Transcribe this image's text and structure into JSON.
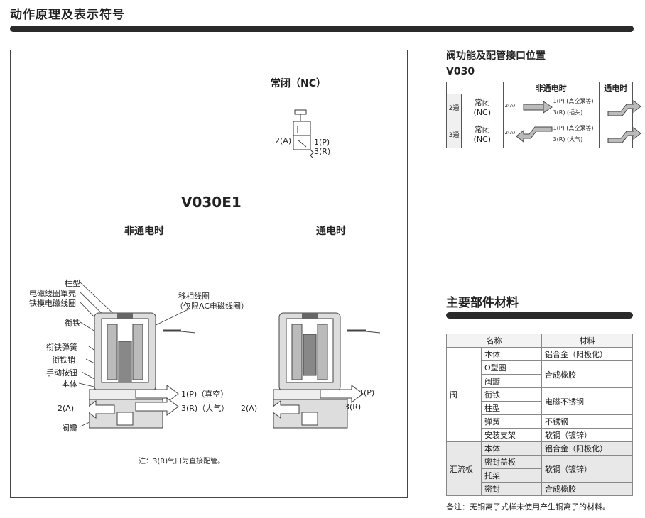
{
  "section_title": "动作原理及表示符号",
  "panel": {
    "nc_title": "常闭（NC）",
    "symbol_ports": {
      "a": "2(A)",
      "p": "1(P)",
      "r": "3(R)"
    },
    "model": "V030E1",
    "state_off": "非通电时",
    "state_on": "通电时",
    "labels": {
      "plunger": "柱型",
      "coil_cover": "电磁线圈罩壳",
      "core_coil": "铁模电磁线圈",
      "armature": "衔铁",
      "armature_spring": "衔铁弹簧",
      "armature_pin": "衔铁销",
      "manual": "手动按钮",
      "body": "本体",
      "valve": "阀瓣",
      "shading_coil": "移相线圈",
      "shading_note": "（仅限AC电磁线圈）"
    },
    "ports_off": {
      "p": "1(P)（真空）",
      "r": "3(R)（大气）",
      "a": "2(A)"
    },
    "ports_on": {
      "p": "1(P)",
      "r": "3(R)",
      "a": "2(A)"
    },
    "note": "注：3(R)气口为直接配管。"
  },
  "function": {
    "title": "阀功能及配管接口位置",
    "model": "V030",
    "header_off": "非通电时",
    "header_on": "通电时",
    "rows": [
      {
        "way": "2通",
        "type": "常闭",
        "nc": "(NC)",
        "port_a": "2(A)",
        "port1": "1(P) (真空泵等)",
        "port3": "3(R) (插头)"
      },
      {
        "way": "3通",
        "type": "常闭",
        "nc": "(NC)",
        "port_a": "2(A)",
        "port1": "1(P) (真空泵等)",
        "port3": "3(R) (大气)"
      }
    ]
  },
  "materials": {
    "title": "主要部件材料",
    "header_name": "名称",
    "header_material": "材料",
    "groups": [
      {
        "group": "阀",
        "items": [
          {
            "name": "本体",
            "material": "铝合金（阳极化）"
          },
          {
            "name": "O型圈",
            "material": "合成橡胶"
          },
          {
            "name": "阀瓣",
            "material": ""
          },
          {
            "name": "衔铁",
            "material": "电磁不锈钢"
          },
          {
            "name": "柱型",
            "material": ""
          },
          {
            "name": "弹簧",
            "material": "不锈钢"
          },
          {
            "name": "安装支架",
            "material": "软钢（镀锌）"
          }
        ]
      },
      {
        "group": "汇流板",
        "items": [
          {
            "name": "本体",
            "material": "铝合金（阳极化）"
          },
          {
            "name": "密封盖板",
            "material": "软钢（镀锌）"
          },
          {
            "name": "托架",
            "material": ""
          },
          {
            "name": "密封",
            "material": "合成橡胶"
          }
        ]
      }
    ],
    "note": "备注：无铜离子式样未使用产生铜离子的材料。"
  }
}
